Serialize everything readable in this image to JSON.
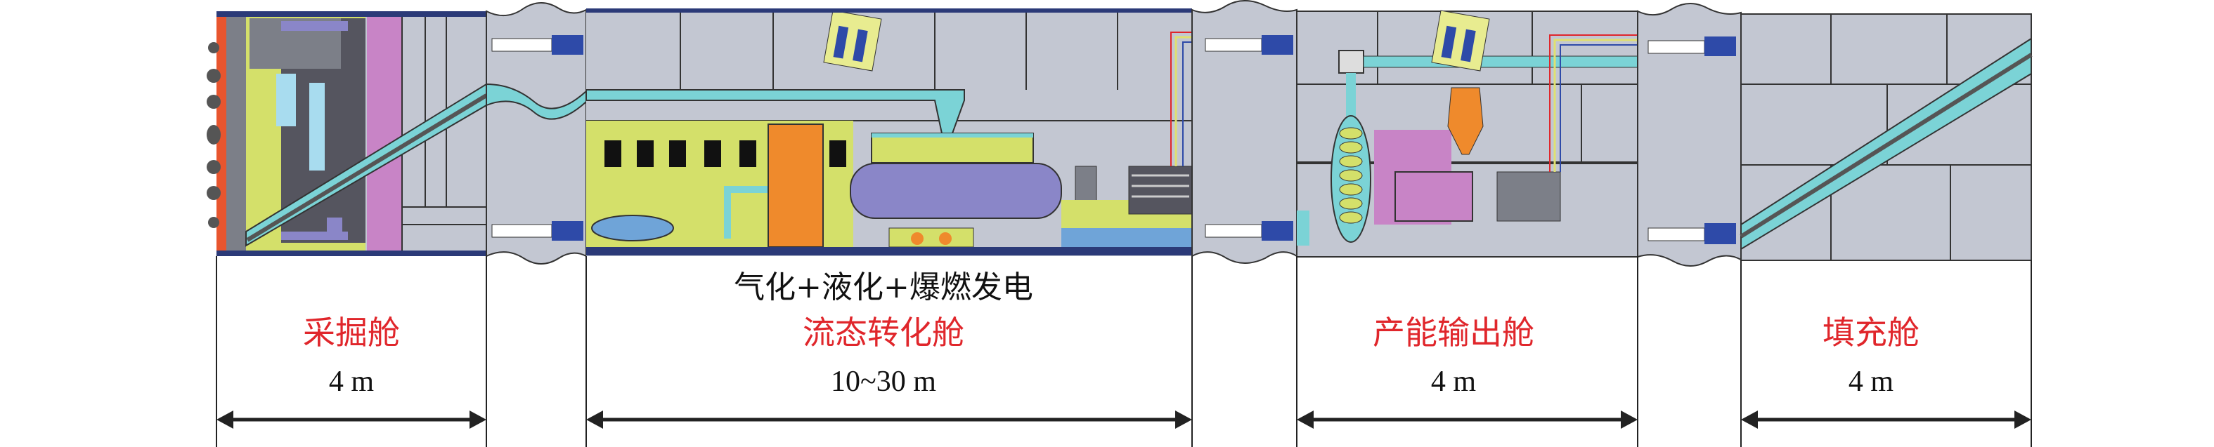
{
  "title": "气化+液化+爆燃发电",
  "cabins": [
    {
      "name": "采掘舱",
      "length": "4 m"
    },
    {
      "name": "流态转化舱",
      "length": "10~30 m"
    },
    {
      "name": "产能输出舱",
      "length": "4 m"
    },
    {
      "name": "填充舱",
      "length": "4 m"
    }
  ],
  "colors": {
    "cabin_bg": "#c3c7d2",
    "frame": "#2b3a78",
    "cyan": "#7bd3d6",
    "yellow_green": "#d4e06a",
    "orange": "#ef8a2c",
    "purple": "#8a86c8",
    "pink": "#c884c6",
    "label_red": "#e0262b"
  }
}
